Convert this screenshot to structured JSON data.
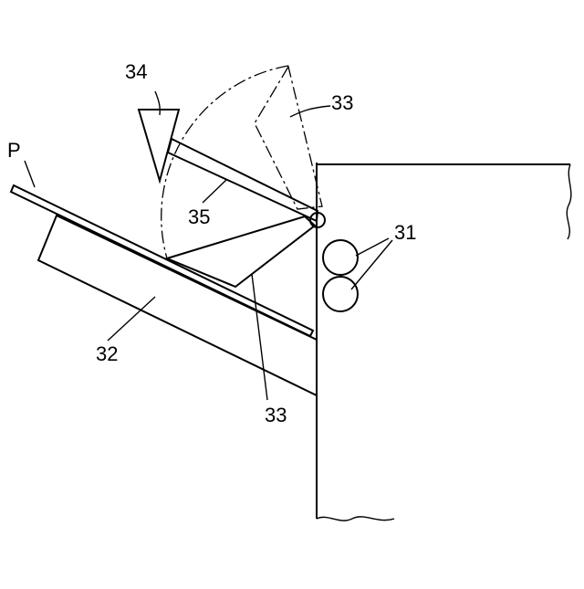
{
  "labels": {
    "sheet": "P",
    "roller_pair": "31",
    "tray": "32",
    "flap_lower": "33",
    "flap_upper": "33",
    "weight": "34",
    "arm": "35"
  },
  "colors": {
    "line": "#000000",
    "background": "#ffffff",
    "stipple": "#000000"
  }
}
